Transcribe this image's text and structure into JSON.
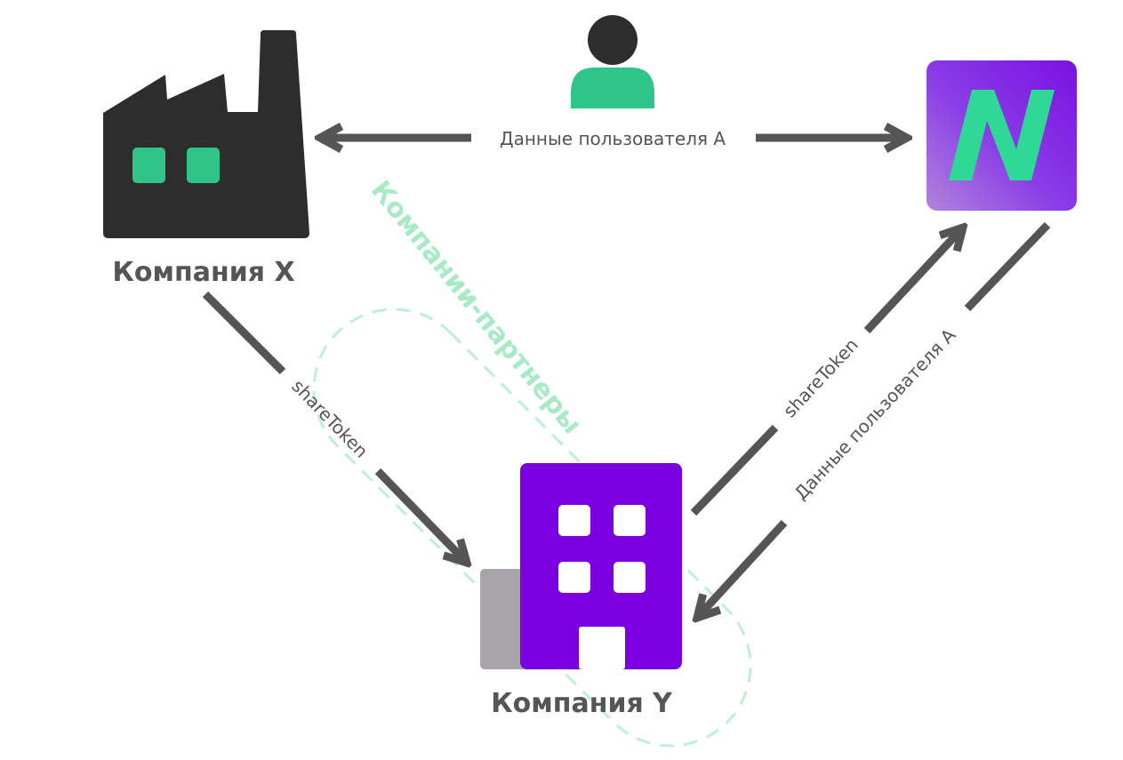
{
  "diagram": {
    "group_label": "Компании-партнеры",
    "colors": {
      "accent_green": "#2fc488",
      "purple": "#7b00e0",
      "purple_light": "#9e6ad8",
      "dark": "#2d2d2d",
      "arrow": "#555555",
      "group_outline": "#bdf0d4",
      "group_text": "#a8eac6",
      "annex_gray": "#a7a5aa"
    },
    "nodes": {
      "company_x": {
        "label": "Компания X",
        "icon": "factory-icon"
      },
      "company_y": {
        "label": "Компания Y",
        "icon": "office-building-icon"
      },
      "service_n": {
        "label": "",
        "icon": "n-logo-icon"
      },
      "user": {
        "label": "",
        "icon": "user-icon"
      }
    },
    "edges": {
      "x_to_n": {
        "label": "Данные пользователя А",
        "direction": "both"
      },
      "x_to_y": {
        "label": "shareToken",
        "direction": "to Компания Y"
      },
      "y_to_n": {
        "label": "shareToken",
        "direction": "to N"
      },
      "n_to_y": {
        "label": "Данные пользователя А",
        "direction": "to Компания Y"
      }
    }
  }
}
